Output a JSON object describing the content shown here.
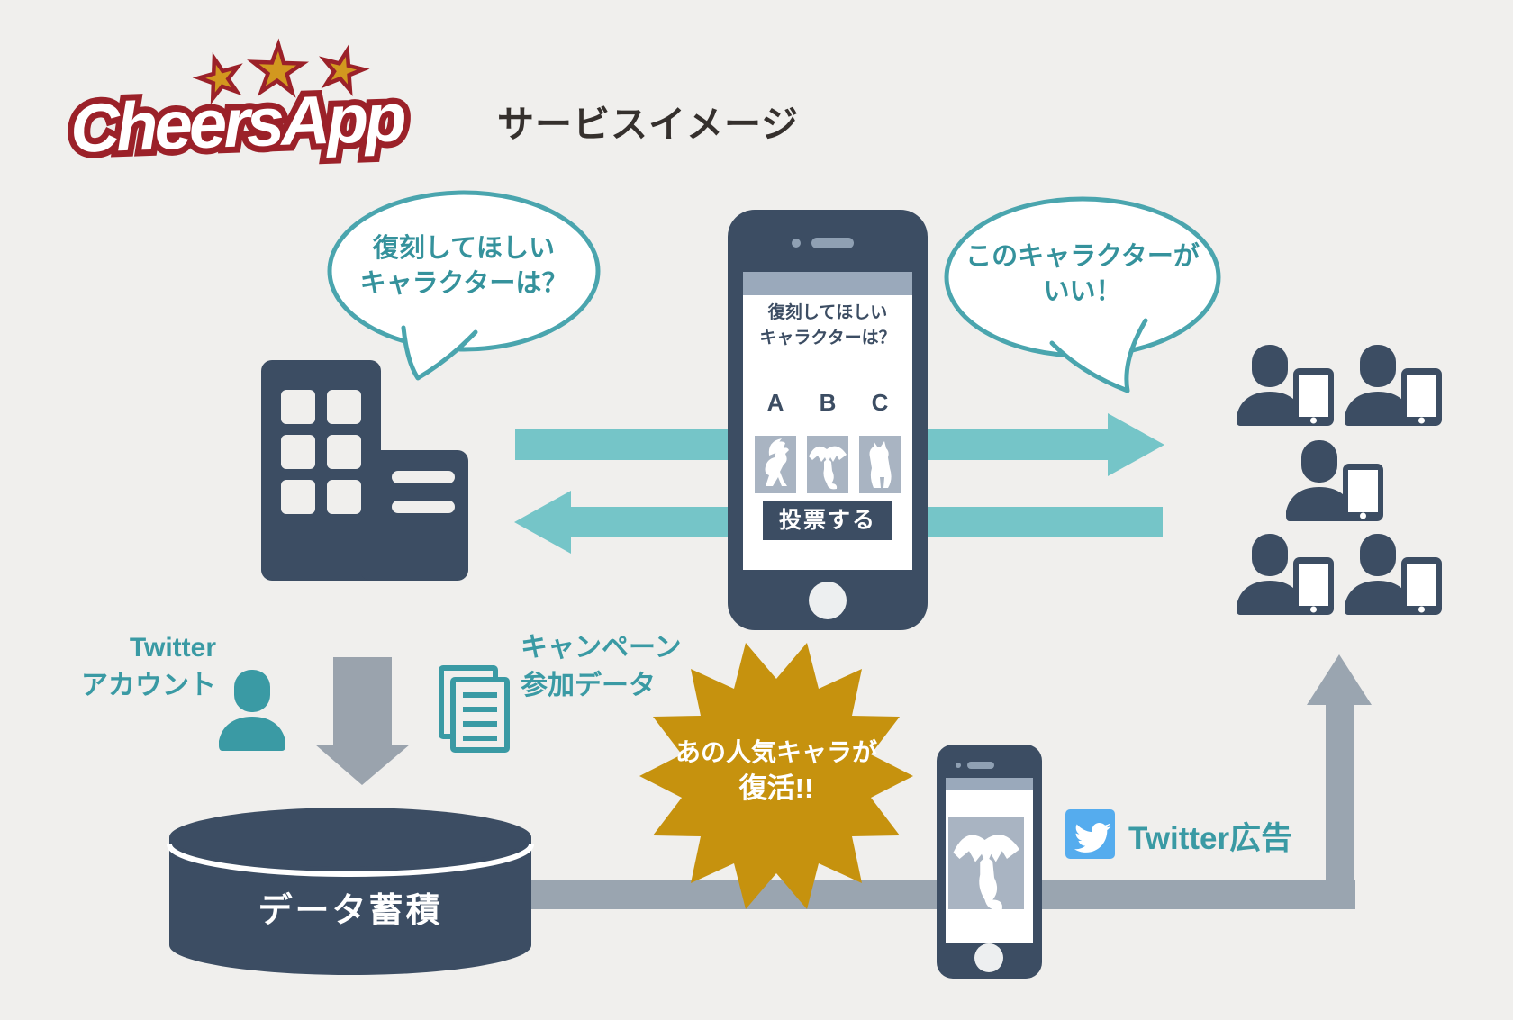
{
  "palette": {
    "background": "#f0efed",
    "navy": "#3c4d63",
    "teal_text": "#3a9aa4",
    "teal_arrow": "#75c5c8",
    "gray_arrow": "#9aa5b0",
    "gold_burst": "#c6920e",
    "twitter_blue": "#55acee",
    "logo_red": "#9b2129",
    "logo_star_gold": "#d2981f"
  },
  "header": {
    "logo_text": "CheersApp",
    "logo_stars": [
      "★",
      "★",
      "★"
    ],
    "title": "サービスイメージ"
  },
  "company_bubble": {
    "line1": "復刻してほしい",
    "line2": "キャラクターは？"
  },
  "user_bubble": {
    "line1": "このキャラクターが",
    "line2": "いい！"
  },
  "survey_phone": {
    "question_line1": "復刻してほしい",
    "question_line2": "キャラクターは？",
    "options": [
      {
        "label": "A",
        "icon": "pegasus-icon"
      },
      {
        "label": "B",
        "icon": "dragon-icon"
      },
      {
        "label": "C",
        "icon": "monster-icon"
      }
    ],
    "vote_button": "投票する"
  },
  "twitter_account": {
    "line1": "Twitter",
    "line2": "アカウント"
  },
  "campaign_data": {
    "line1": "キャンペーン",
    "line2": "参加データ"
  },
  "database": {
    "label": "データ蓄積"
  },
  "revival_burst": {
    "line1": "あの人気キャラが",
    "line2": "復活!!"
  },
  "twitter_ad": {
    "label": "Twitter広告"
  }
}
